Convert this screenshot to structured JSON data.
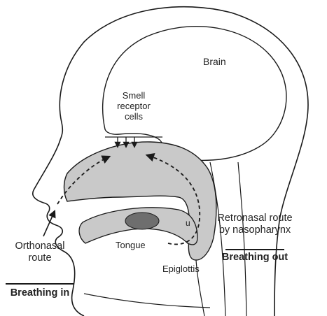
{
  "labels": {
    "brain": "Brain",
    "smell_line1": "Smell",
    "smell_line2": "receptor",
    "smell_line3": "cells",
    "u": "u",
    "tongue": "Tongue",
    "epiglottis": "Epiglottis",
    "ortho_line1": "Orthonasal",
    "ortho_line2": "route",
    "breathing_in": "Breathing in",
    "retro_line1": "Retronasal route",
    "retro_line2": "by nasopharynx",
    "breathing_out": "Breathing out"
  },
  "colors": {
    "line": "#1a1a1a",
    "airway_fill": "#c9c9c9",
    "oval_fill": "#6e6e6e",
    "background": "#ffffff"
  }
}
